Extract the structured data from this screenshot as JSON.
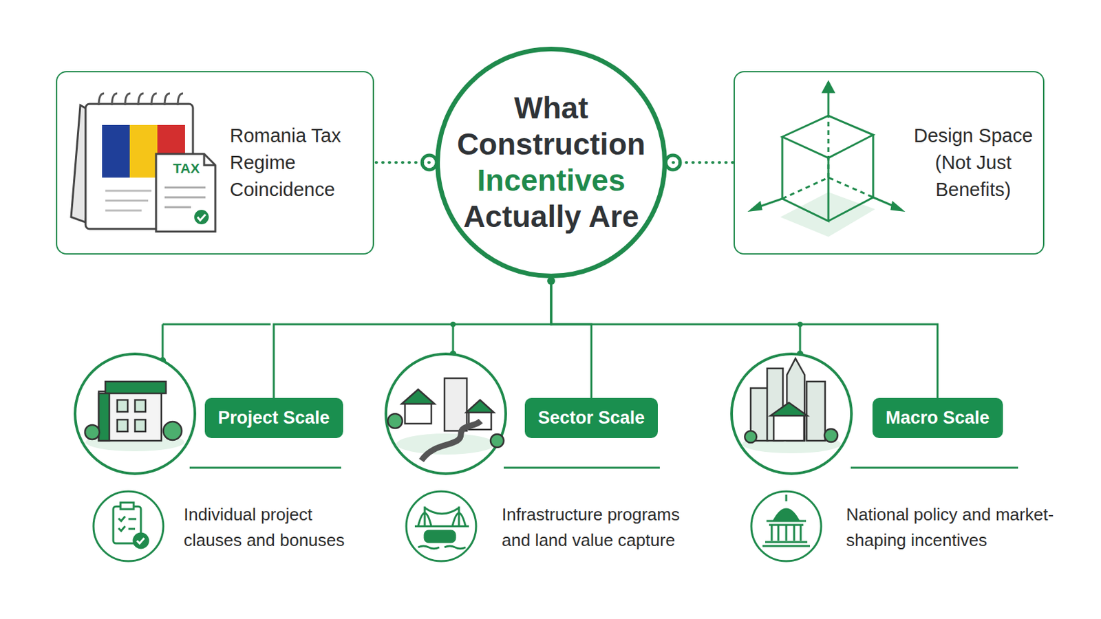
{
  "diagram": {
    "nodes": [
      {
        "text": [
          "Romania Tax Regime Coincidence"
        ]
      },
      {
        "text": [
          "What Construction",
          "Incentives",
          "Actually Are"
        ]
      },
      {
        "text": [
          "Design Space (Not Just Benefits)"
        ]
      },
      {
        "text": [
          "Project Scale"
        ]
      },
      {
        "text": [
          "Sector Scale"
        ]
      },
      {
        "text": [
          "Macro Scale"
        ]
      }
    ],
    "edges": [
      {
        "from": 1,
        "to": 0,
        "arrow": "none"
      },
      {
        "from": 1,
        "to": 2,
        "arrow": "none"
      },
      {
        "from": 1,
        "to": 3,
        "arrow": "none"
      },
      {
        "from": 1,
        "to": 4,
        "arrow": "none"
      },
      {
        "from": 1,
        "to": 5,
        "arrow": "none"
      }
    ],
    "labels": [
      "TAX",
      "Individual project clauses and bonuses",
      "Infrastructure programs and land value capture",
      "National policy and market-shaping incentives"
    ]
  }
}
